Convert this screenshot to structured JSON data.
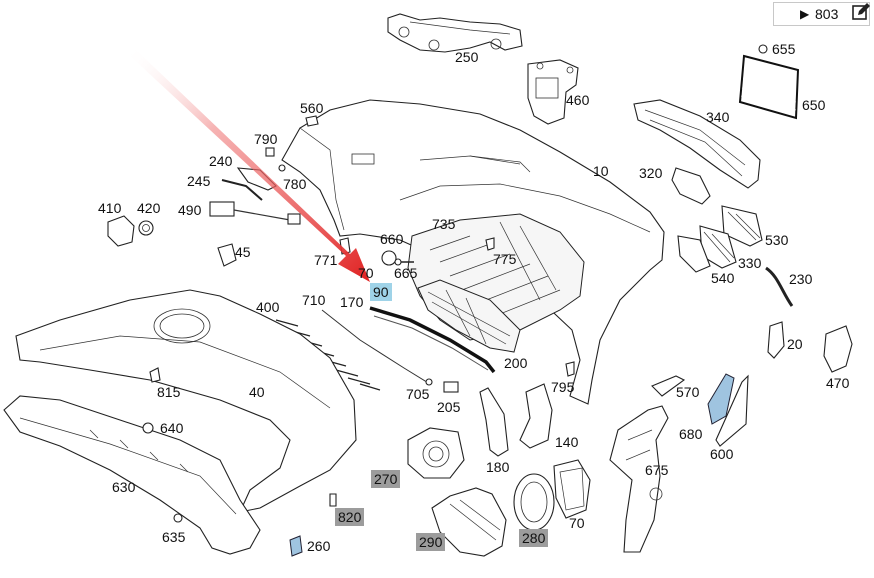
{
  "reference": {
    "arrow_icon": "arrow-right-icon",
    "label": "803"
  },
  "edit_icon": "edit-icon",
  "highlight": {
    "arrow_color": "#e02020",
    "selected_part": "90"
  },
  "callouts": [
    {
      "id": "250",
      "label": "250",
      "style": "plain"
    },
    {
      "id": "655",
      "label": "655",
      "style": "plain"
    },
    {
      "id": "650",
      "label": "650",
      "style": "plain"
    },
    {
      "id": "460",
      "label": "460",
      "style": "plain"
    },
    {
      "id": "560",
      "label": "560",
      "style": "plain"
    },
    {
      "id": "340",
      "label": "340",
      "style": "plain"
    },
    {
      "id": "790",
      "label": "790",
      "style": "plain"
    },
    {
      "id": "240",
      "label": "240",
      "style": "plain"
    },
    {
      "id": "780",
      "label": "780",
      "style": "plain"
    },
    {
      "id": "245",
      "label": "245",
      "style": "plain"
    },
    {
      "id": "10",
      "label": "10",
      "style": "plain"
    },
    {
      "id": "320",
      "label": "320",
      "style": "plain"
    },
    {
      "id": "410",
      "label": "410",
      "style": "plain"
    },
    {
      "id": "420",
      "label": "420",
      "style": "plain"
    },
    {
      "id": "490",
      "label": "490",
      "style": "plain"
    },
    {
      "id": "735",
      "label": "735",
      "style": "plain"
    },
    {
      "id": "530",
      "label": "530",
      "style": "plain"
    },
    {
      "id": "660",
      "label": "660",
      "style": "plain"
    },
    {
      "id": "45",
      "label": "45",
      "style": "plain"
    },
    {
      "id": "775",
      "label": "775",
      "style": "plain"
    },
    {
      "id": "330",
      "label": "330",
      "style": "plain"
    },
    {
      "id": "771",
      "label": "771",
      "style": "plain"
    },
    {
      "id": "70a",
      "label": "70",
      "style": "plain"
    },
    {
      "id": "665",
      "label": "665",
      "style": "plain"
    },
    {
      "id": "540",
      "label": "540",
      "style": "plain"
    },
    {
      "id": "230",
      "label": "230",
      "style": "plain"
    },
    {
      "id": "90",
      "label": "90",
      "style": "blue"
    },
    {
      "id": "400",
      "label": "400",
      "style": "plain"
    },
    {
      "id": "710",
      "label": "710",
      "style": "plain"
    },
    {
      "id": "170",
      "label": "170",
      "style": "plain"
    },
    {
      "id": "20",
      "label": "20",
      "style": "plain"
    },
    {
      "id": "200",
      "label": "200",
      "style": "plain"
    },
    {
      "id": "470",
      "label": "470",
      "style": "plain"
    },
    {
      "id": "815",
      "label": "815",
      "style": "plain"
    },
    {
      "id": "40",
      "label": "40",
      "style": "plain"
    },
    {
      "id": "705",
      "label": "705",
      "style": "plain"
    },
    {
      "id": "795",
      "label": "795",
      "style": "plain"
    },
    {
      "id": "570",
      "label": "570",
      "style": "plain"
    },
    {
      "id": "205",
      "label": "205",
      "style": "plain"
    },
    {
      "id": "640",
      "label": "640",
      "style": "plain"
    },
    {
      "id": "680",
      "label": "680",
      "style": "plain"
    },
    {
      "id": "140",
      "label": "140",
      "style": "plain"
    },
    {
      "id": "600",
      "label": "600",
      "style": "plain"
    },
    {
      "id": "630",
      "label": "630",
      "style": "plain"
    },
    {
      "id": "180",
      "label": "180",
      "style": "plain"
    },
    {
      "id": "675",
      "label": "675",
      "style": "plain"
    },
    {
      "id": "270",
      "label": "270",
      "style": "grey"
    },
    {
      "id": "820",
      "label": "820",
      "style": "grey"
    },
    {
      "id": "70b",
      "label": "70",
      "style": "plain"
    },
    {
      "id": "635",
      "label": "635",
      "style": "plain"
    },
    {
      "id": "260",
      "label": "260",
      "style": "plain"
    },
    {
      "id": "290",
      "label": "290",
      "style": "grey"
    },
    {
      "id": "280",
      "label": "280",
      "style": "grey"
    }
  ]
}
